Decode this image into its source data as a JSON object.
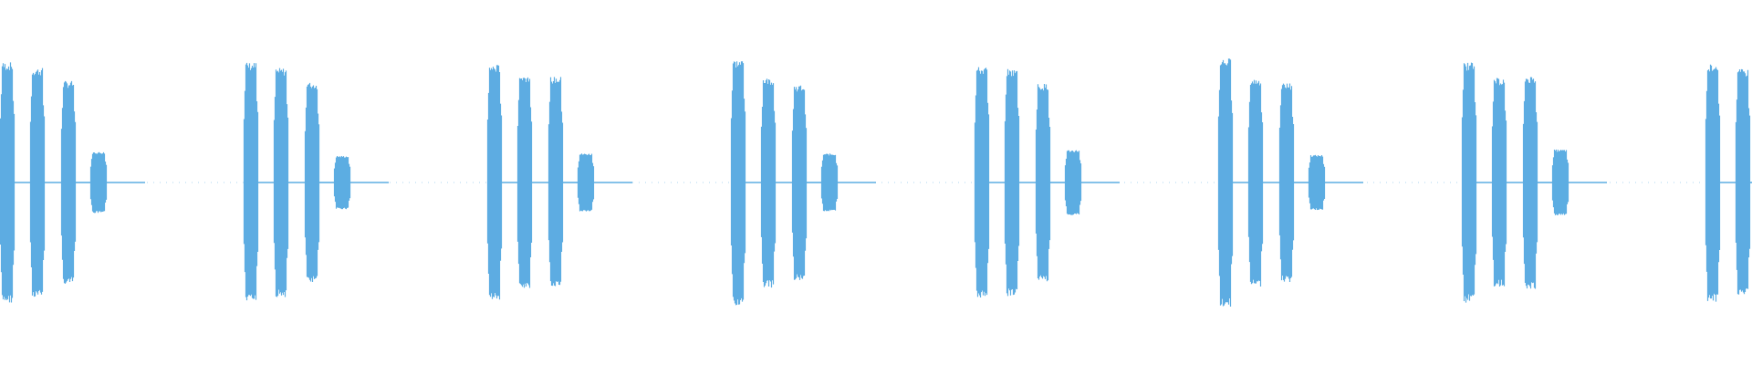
{
  "waveform": {
    "color": "#5dade2",
    "background": "#ffffff",
    "pattern": {
      "repeat_count": 8,
      "bursts": [
        {
          "kind": "tall",
          "level": 0.66
        },
        {
          "kind": "tall",
          "level": 0.6
        },
        {
          "kind": "tall",
          "level": 0.56
        },
        {
          "kind": "short",
          "level": 0.17
        }
      ]
    }
  }
}
